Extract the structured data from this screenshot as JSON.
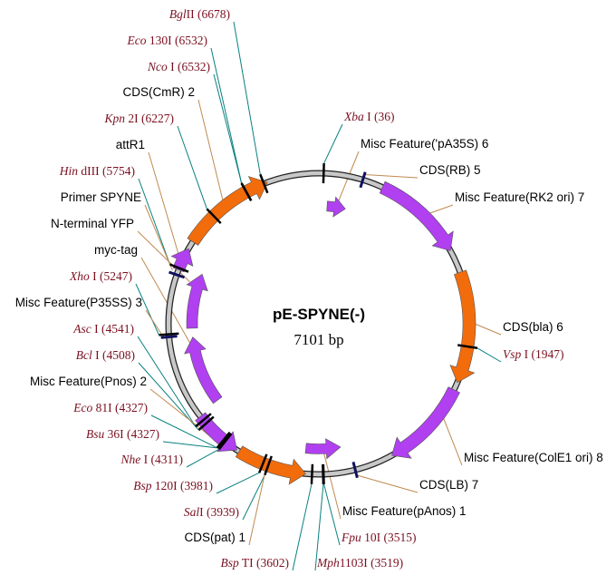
{
  "plasmid": {
    "name": "pE-SPYNE(-)",
    "size_label": "7101 bp",
    "length_bp": 7101
  },
  "colors": {
    "orange": "#f26c0c",
    "purple": "#b040f0",
    "site_line": "#0a8080",
    "feature_line": "#c08a50",
    "site_text": "#7a1020",
    "small_feature": "#101060"
  },
  "sites": [
    {
      "italic": "Xba",
      "rest": " I (36)",
      "bp": 36
    },
    {
      "italic": "Vsp",
      "rest": " I (1947)",
      "bp": 1947
    },
    {
      "italic": "Fpu",
      "rest": " 10I (3515)",
      "bp": 3515
    },
    {
      "italic": "Mph",
      "rest": "1103I (3519)",
      "bp": 3519
    },
    {
      "italic": "Bsp",
      "rest": " TI (3602)",
      "bp": 3602
    },
    {
      "italic": "Sal",
      "rest": "I (3939)",
      "bp": 3939
    },
    {
      "italic": "Bsp",
      "rest": " 120I (3981)",
      "bp": 3981
    },
    {
      "italic": "Nhe",
      "rest": " I (4311)",
      "bp": 4311
    },
    {
      "italic": "Bsu",
      "rest": " 36I (4327)",
      "bp": 4327
    },
    {
      "italic": "Eco",
      "rest": " 81I (4327)",
      "bp": 4327
    },
    {
      "italic": "Bcl",
      "rest": " I (4508)",
      "bp": 4508
    },
    {
      "italic": "Asc",
      "rest": " I (4541)",
      "bp": 4541
    },
    {
      "italic": "Xho",
      "rest": " I (5247)",
      "bp": 5247
    },
    {
      "italic": "Hin",
      "rest": " dIII (5754)",
      "bp": 5754
    },
    {
      "italic": "Kpn",
      "rest": " 2I (6227)",
      "bp": 6227
    },
    {
      "italic": "Nco",
      "rest": " I (6532)",
      "bp": 6532
    },
    {
      "italic": "Eco",
      "rest": " 130I (6532)",
      "bp": 6532
    },
    {
      "italic": "Bgl",
      "rest": "II (6678)",
      "bp": 6678
    }
  ],
  "features": [
    {
      "label": "Misc Feature('pA35S) 6"
    },
    {
      "label": "CDS(RB) 5"
    },
    {
      "label": "Misc Feature(RK2 ori) 7"
    },
    {
      "label": "CDS(bla) 6"
    },
    {
      "label": "Misc Feature(ColE1 ori) 8"
    },
    {
      "label": "CDS(LB) 7"
    },
    {
      "label": "Misc Feature(pAnos) 1"
    },
    {
      "label": "CDS(pat) 1"
    },
    {
      "label": "Misc Feature(Pnos) 2"
    },
    {
      "label": "Misc Feature(P35SS) 3"
    },
    {
      "label": "myc-tag"
    },
    {
      "label": "N-terminal YFP"
    },
    {
      "label": "Primer SPYNE"
    },
    {
      "label": "attR1"
    },
    {
      "label": "CDS(CmR) 2"
    }
  ]
}
